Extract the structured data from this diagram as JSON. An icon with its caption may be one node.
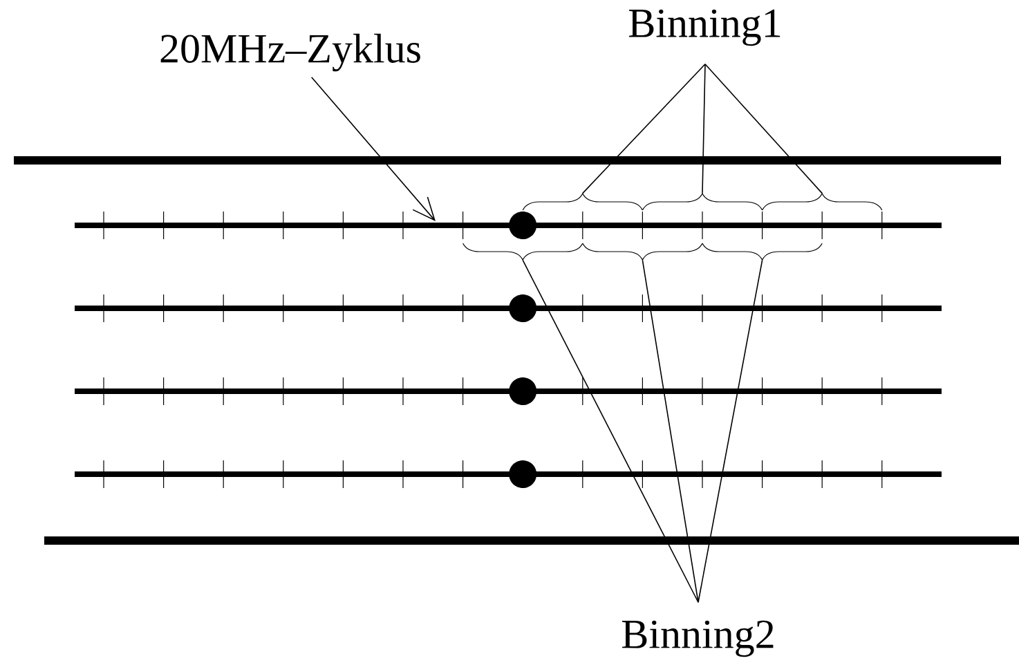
{
  "diagram": {
    "nodes": [
      {
        "text": [
          "20MHz–Zyklus"
        ]
      },
      {
        "text": [
          "Binning1"
        ]
      },
      {
        "text": [
          "Binning2"
        ]
      },
      {
        "text": [],
        "shape": "brace"
      },
      {
        "text": [],
        "shape": "brace"
      },
      {
        "text": [],
        "shape": "brace"
      },
      {
        "text": [],
        "shape": "brace"
      },
      {
        "text": [],
        "shape": "brace"
      },
      {
        "text": [],
        "shape": "brace"
      }
    ],
    "edges": [
      {
        "from": 0,
        "to": null,
        "arrow": "to"
      },
      {
        "from": 1,
        "to": 3,
        "arrow": "none"
      },
      {
        "from": 1,
        "to": 4,
        "arrow": "none"
      },
      {
        "from": 1,
        "to": 5,
        "arrow": "none"
      },
      {
        "from": 2,
        "to": 6,
        "arrow": "none"
      },
      {
        "from": 2,
        "to": 7,
        "arrow": "none"
      },
      {
        "from": 2,
        "to": 8,
        "arrow": "none"
      }
    ]
  }
}
